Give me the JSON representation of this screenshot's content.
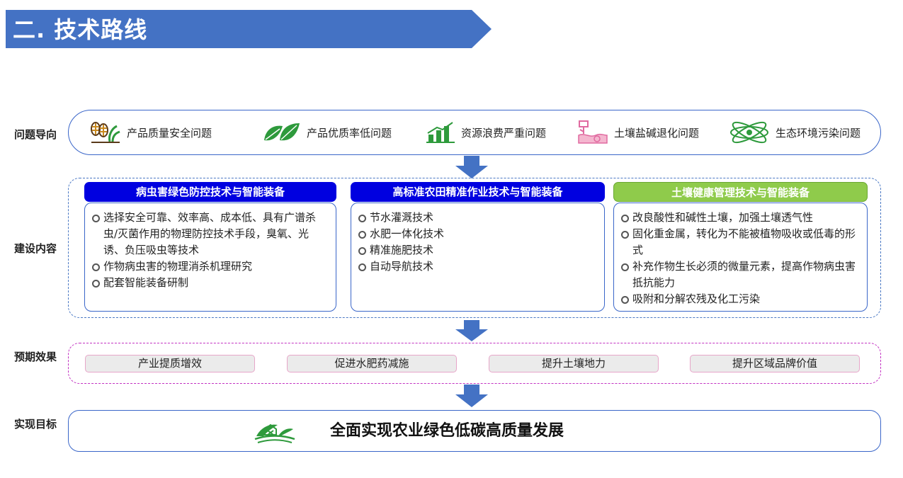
{
  "page": {
    "title": "二. 技术路线"
  },
  "rows": {
    "issues_label": "问题导向",
    "content_label": "建设内容",
    "effects_label": "预期效果",
    "goal_label": "实现目标"
  },
  "issues": [
    {
      "label": "产品质量安全问题",
      "icon": "wheat-grain-icon"
    },
    {
      "label": "产品优质率低问题",
      "icon": "leaves-icon"
    },
    {
      "label": "资源浪费严重问题",
      "icon": "bar-chart-icon"
    },
    {
      "label": "土壤盐碱退化问题",
      "icon": "soil-plant-icon"
    },
    {
      "label": "生态环境污染问题",
      "icon": "atom-icon"
    }
  ],
  "columns": [
    {
      "header": "病虫害绿色防控技术与智能装备",
      "header_color": "#0000e0",
      "items": [
        "选择安全可靠、效率高、成本低、具有广谱杀虫/灭菌作用的物理防控技术手段，臭氧、光诱、负压吸虫等技术",
        "作物病虫害的物理消杀机理研究",
        "配套智能装备研制"
      ]
    },
    {
      "header": "高标准农田精准作业技术与智能装备",
      "header_color": "#0000e0",
      "items": [
        "节水灌溉技术",
        "水肥一体化技术",
        "精准施肥技术",
        "自动导航技术"
      ]
    },
    {
      "header": "土壤健康管理技术与智能装备",
      "header_color": "#8fcb4b",
      "items": [
        "改良酸性和碱性土壤，加强土壤透气性",
        "固化重金属，转化为不能被植物吸收或低毒的形式",
        "补充作物生长必须的微量元素，提高作物病虫害抵抗能力",
        "吸附和分解农残及化工污染"
      ]
    }
  ],
  "effects": [
    "产业提质增效",
    "促进水肥药减施",
    "提升土壤地力",
    "提升区域品牌价值"
  ],
  "goal": {
    "text": "全面实现农业绿色低碳高质量发展",
    "icon": "farm-logo-icon"
  },
  "colors": {
    "title_banner": "#4472c4",
    "border_blue": "#3a66c9",
    "arrow": "#4472c4",
    "effects_border": "#c231c2",
    "icon_green": "#2e9a3c",
    "icon_pink": "#e06aa0"
  }
}
